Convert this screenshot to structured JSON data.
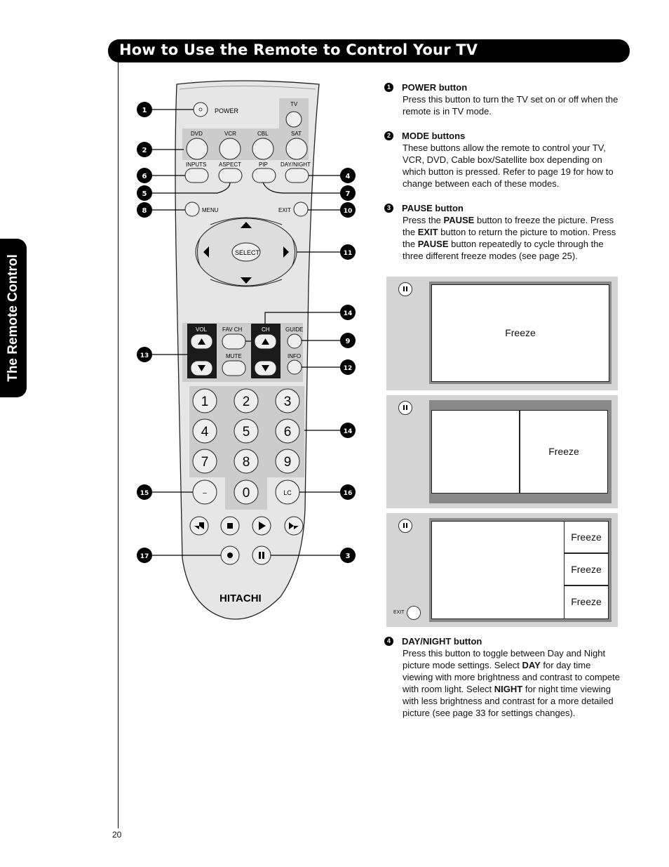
{
  "header": {
    "title": "How to Use the Remote to Control Your TV"
  },
  "side_tab": "The Remote Control",
  "page_number": "20",
  "remote": {
    "brand": "HITACHI",
    "labels": {
      "power": "POWER",
      "tv": "TV",
      "dvd": "DVD",
      "vcr": "VCR",
      "cbl": "CBL",
      "sat": "SAT",
      "inputs": "INPUTS",
      "aspect": "ASPECT",
      "pip": "PIP",
      "day_night": "DAY/NIGHT",
      "menu": "MENU",
      "exit": "EXIT",
      "select": "SELECT",
      "vol": "VOL",
      "fav_ch": "FAV CH",
      "ch": "CH",
      "guide": "GUIDE",
      "mute": "MUTE",
      "info": "INFO",
      "k1": "1",
      "k2": "2",
      "k3": "3",
      "k4": "4",
      "k5": "5",
      "k6": "6",
      "k7": "7",
      "k8": "8",
      "k9": "9",
      "k0": "0",
      "dash": "–",
      "lc": "LC"
    },
    "callouts": {
      "c1": "1",
      "c2": "2",
      "c6": "6",
      "c5": "5",
      "c8": "8",
      "c4": "4",
      "c7": "7",
      "c10": "10",
      "c11": "11",
      "c14a": "14",
      "c9": "9",
      "c13": "13",
      "c12": "12",
      "c14b": "14",
      "c15": "15",
      "c16": "16",
      "c17": "17",
      "c3": "3"
    }
  },
  "sections": [
    {
      "num": "1",
      "title": "POWER button",
      "body": [
        "Press this button to turn the TV set on or off when the remote is in TV mode."
      ]
    },
    {
      "num": "2",
      "title": "MODE buttons",
      "body": [
        "These buttons allow the remote to control your TV, VCR, DVD, Cable box/Satellite box depending on which button is pressed.  Refer to page 19 for how to change between each of these modes."
      ]
    },
    {
      "num": "3",
      "title": "PAUSE button",
      "body": [
        "Press the ",
        "PAUSE",
        " button to freeze the picture. Press the ",
        "EXIT",
        " button to return the picture to motion. Press the ",
        "PAUSE",
        " button repeatedly to cycle through the three different freeze modes (see page 25)."
      ]
    },
    {
      "num": "4",
      "title": "DAY/NIGHT button",
      "body": [
        "Press this button to toggle between Day and Night picture mode settings. Select ",
        "DAY",
        " for day time viewing with more brightness and contrast to compete with room light. Select ",
        "NIGHT",
        " for night time viewing with less brightness and contrast for a more detailed picture (see page 33 for settings changes)."
      ]
    }
  ],
  "freeze_panels": {
    "p1": {
      "freeze": "Freeze"
    },
    "p2": {
      "freeze": "Freeze"
    },
    "p3": {
      "freeze_a": "Freeze",
      "freeze_b": "Freeze",
      "freeze_c": "Freeze",
      "exit": "EXIT"
    }
  }
}
